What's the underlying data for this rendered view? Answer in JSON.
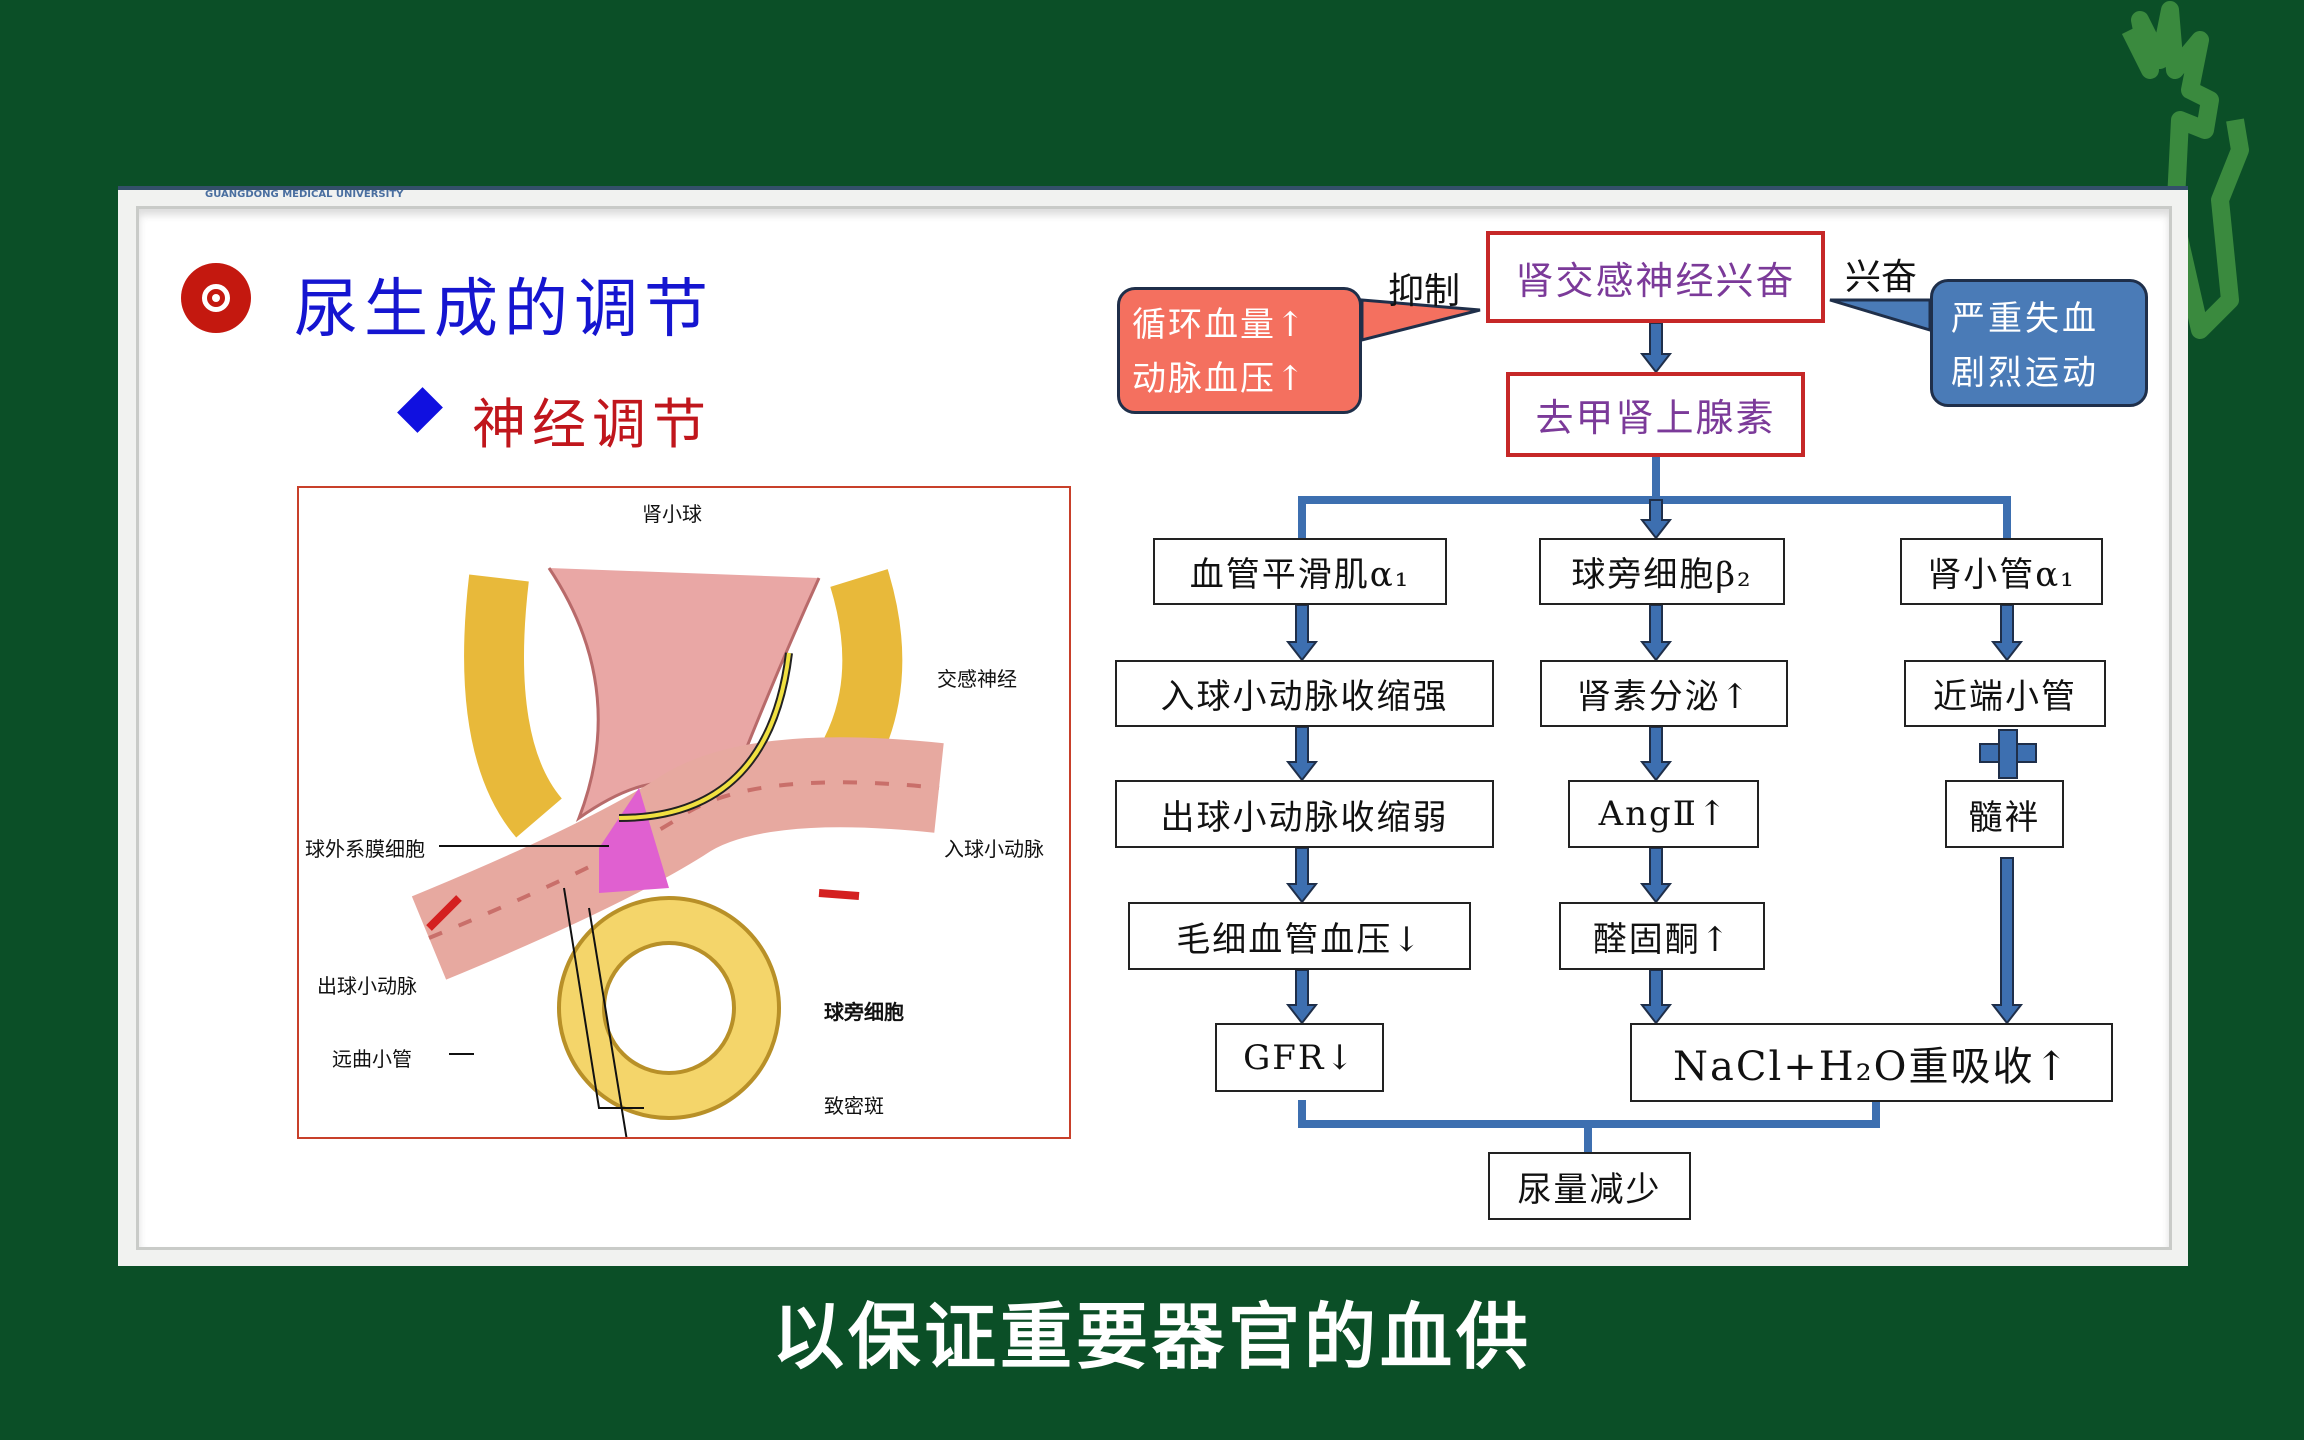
{
  "slide": {
    "university": "GUANGDONG MEDICAL UNIVERSITY",
    "title": "尿生成的调节",
    "subtitle": "神经调节",
    "colors": {
      "background": "#0b4f27",
      "title": "#1515d0",
      "subtitle": "#c0161c",
      "box_border": "#c62828",
      "arrow": "#3d6fb0",
      "callout_red": "#f4705f",
      "callout_blue": "#4a7bb7"
    }
  },
  "figure": {
    "title": "肾小球",
    "labels": {
      "sympathetic_nerve": "交感神经",
      "afferent_arteriole": "入球小动脉",
      "extraglomerular_mesangial": "球外系膜细胞",
      "efferent_arteriole": "出球小动脉",
      "distal_tubule": "远曲小管",
      "juxtaglomerular_cell": "球旁细胞",
      "macula_densa": "致密斑"
    }
  },
  "flow": {
    "top": "肾交感神经兴奋",
    "inhibit": "抑制",
    "excite": "兴奋",
    "callout_red": [
      "循环血量↑",
      "动脉血压↑"
    ],
    "callout_blue": [
      "严重失血",
      "剧烈运动"
    ],
    "norepinephrine": "去甲肾上腺素",
    "col1": [
      "血管平滑肌α₁",
      "入球小动脉收缩强",
      "出球小动脉收缩弱",
      "毛细血管血压↓",
      "GFR↓"
    ],
    "col2": [
      "球旁细胞β₂",
      "肾素分泌↑",
      "AngⅡ↑",
      "醛固酮↑"
    ],
    "col3": [
      "肾小管α₁",
      "近端小管",
      "髓袢"
    ],
    "reabsorption": "NaCl+H₂O重吸收↑",
    "result": "尿量减少"
  },
  "caption": "以保证重要器官的血供"
}
